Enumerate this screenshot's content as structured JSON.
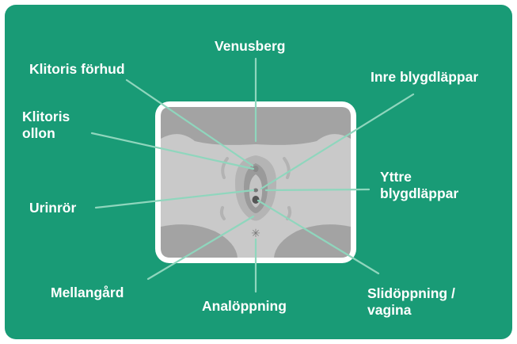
{
  "labels": {
    "venusberg": "Venusberg",
    "klitoris_forhud": "Klitoris förhud",
    "inre_blygdlappar": "Inre blygdläppar",
    "klitoris_ollon_line1": "Klitoris",
    "klitoris_ollon_line2": "ollon",
    "yttre_blygdlappar_line1": "Yttre",
    "yttre_blygdlappar_line2": "blygdläppar",
    "urinror": "Urinrör",
    "mellangard": "Mellangård",
    "analoppning": "Analöppning",
    "slidoppning_line1": "Slidöppning /",
    "slidoppning_line2": "vagina"
  },
  "colors": {
    "background": "#199b76",
    "frame": "#ffffff",
    "skin_light": "#c9c9c9",
    "skin_dark": "#9e9e9e",
    "leader_line": "#8fd6bd",
    "text": "#ffffff"
  }
}
